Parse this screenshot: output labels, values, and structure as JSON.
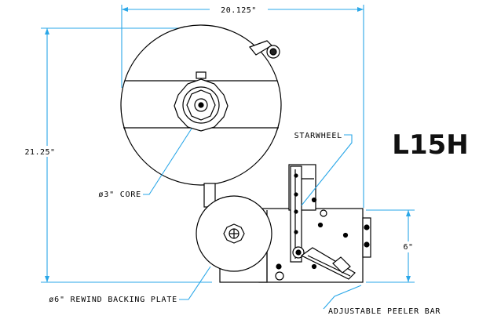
{
  "model": "L15H",
  "dimensions": {
    "overall_width": "20.125\"",
    "overall_height": "21.25\"",
    "side_height": "6\""
  },
  "callouts": {
    "starwheel": "STARWHEEL",
    "core": "ø3\" CORE",
    "rewind": "ø6\" REWIND BACKING PLATE",
    "peeler": "ADJUSTABLE PEELER BAR"
  },
  "colors": {
    "dimension_line": "#2aa7e8",
    "drawing_line": "#000000"
  }
}
